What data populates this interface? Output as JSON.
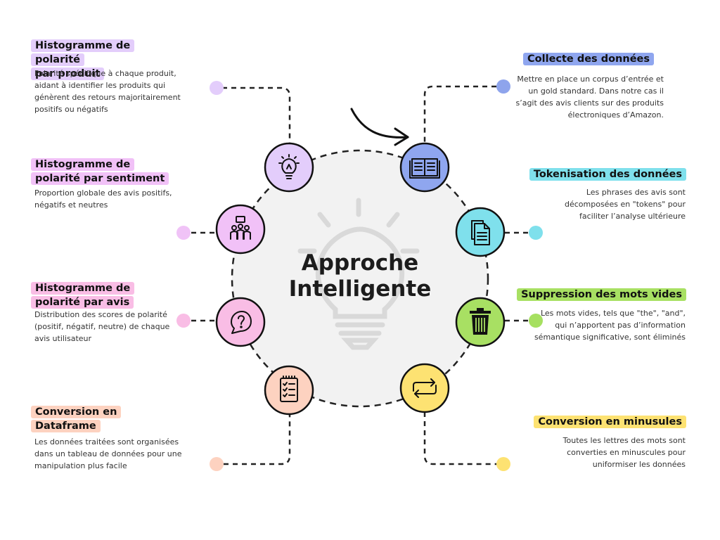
{
  "center": {
    "line1": "Approche",
    "line2": "Intelligente"
  },
  "steps_left": [
    {
      "title_line1": "Histogramme de polarité",
      "title_line2": "par produit",
      "description": [
        "Polarité spécifique à chaque produit,",
        "aidant à identifier les produits qui",
        "génèrent des retours majoritairement",
        "positifs ou négatifs"
      ],
      "icon": "lightbulb-icon",
      "color": "#e3cdfb",
      "dot_color": "#e3cdfb"
    },
    {
      "title_line1": "Histogramme de",
      "title_line2": "polarité par sentiment",
      "description": [
        "Proportion globale des avis positifs,",
        "négatifs et neutres"
      ],
      "icon": "people-group-icon",
      "color": "#f1c1f7",
      "dot_color": "#f0c3f7"
    },
    {
      "title_line1": "Histogramme de",
      "title_line2": "polarité par avis",
      "description": [
        "Distribution des scores de polarité",
        "(positif, négatif, neutre) de chaque",
        "avis utilisateur"
      ],
      "icon": "question-bubble-icon",
      "color": "#f9bde5",
      "dot_color": "#f9bde5"
    },
    {
      "title_line1": "Conversion en",
      "title_line2": "Dataframe",
      "description": [
        "Les données traitées sont organisées",
        "dans un tableau de données pour une",
        "manipulation plus facile"
      ],
      "icon": "checklist-icon",
      "color": "#fdd2c0",
      "dot_color": "#fdd2c0"
    }
  ],
  "steps_right": [
    {
      "title": "Collecte des données",
      "description": [
        "Mettre en place un corpus d’entrée et",
        "un gold standard. Dans notre cas il",
        "s’agit des avis clients sur des produits",
        "électroniques d’Amazon."
      ],
      "icon": "open-book-icon",
      "color": "#8fa6ef",
      "dot_color": "#8ea4ec"
    },
    {
      "title": "Tokenisation des données",
      "description": [
        "Les phrases des avis sont",
        "décomposées en  \"tokens\" pour",
        "faciliter l’analyse ultérieure"
      ],
      "icon": "documents-icon",
      "color": "#7fe0ec",
      "dot_color": "#7fe0ec"
    },
    {
      "title": "Suppression des mots vides",
      "description": [
        "Les mots vides, tels que \"the\", \"and\",",
        "qui n’apportent pas d’information",
        "sémantique significative, sont éliminés"
      ],
      "icon": "trash-icon",
      "color": "#a8e063",
      "dot_color": "#a6e060"
    },
    {
      "title": "Conversion en minusules",
      "description": [
        "Toutes les lettres des mots sont",
        "converties en minuscules pour",
        "uniformiser les données"
      ],
      "icon": "repeat-arrows-icon",
      "color": "#fde272",
      "dot_color": "#fde272"
    }
  ]
}
